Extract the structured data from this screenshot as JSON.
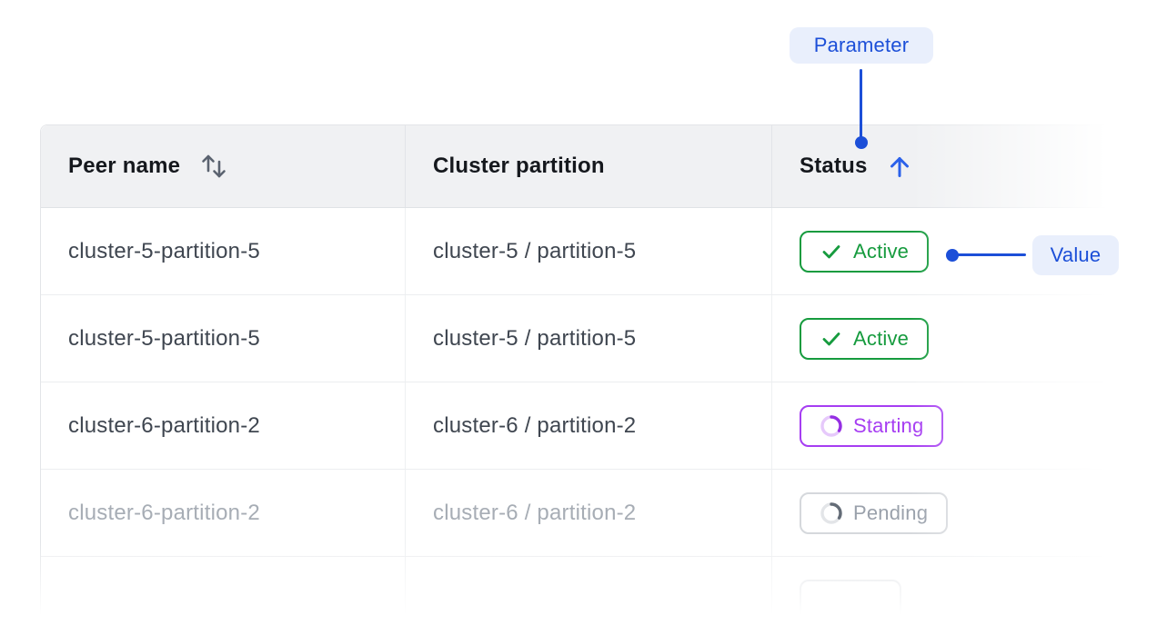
{
  "colors": {
    "accent_blue": "#1c4fd8",
    "pill_background": "#e9effc",
    "status_active": "#169b3e",
    "status_starting": "#a63df2",
    "status_pending": "#9aa1ab",
    "header_background": "#f0f1f3"
  },
  "annotations": {
    "parameter_label": "Parameter",
    "value_label": "Value"
  },
  "table": {
    "columns": [
      {
        "label": "Peer name",
        "sort": "sortable",
        "icon": "sort-both-icon"
      },
      {
        "label": "Cluster partition",
        "sort": "none",
        "icon": ""
      },
      {
        "label": "Status",
        "sort": "ascending",
        "icon": "arrow-up-icon"
      }
    ],
    "rows": [
      {
        "peer_name": "cluster-5-partition-5",
        "cluster_partition": "cluster-5 / partition-5",
        "status": "Active",
        "status_kind": "active",
        "dimmed": false
      },
      {
        "peer_name": "cluster-5-partition-5",
        "cluster_partition": "cluster-5 / partition-5",
        "status": "Active",
        "status_kind": "active",
        "dimmed": false
      },
      {
        "peer_name": "cluster-6-partition-2",
        "cluster_partition": "cluster-6 / partition-2",
        "status": "Starting",
        "status_kind": "starting",
        "dimmed": false
      },
      {
        "peer_name": "cluster-6-partition-2",
        "cluster_partition": "cluster-6 / partition-2",
        "status": "Pending",
        "status_kind": "pending",
        "dimmed": true
      },
      {
        "peer_name": "",
        "cluster_partition": "",
        "status": "",
        "status_kind": "partial",
        "dimmed": true
      }
    ]
  }
}
